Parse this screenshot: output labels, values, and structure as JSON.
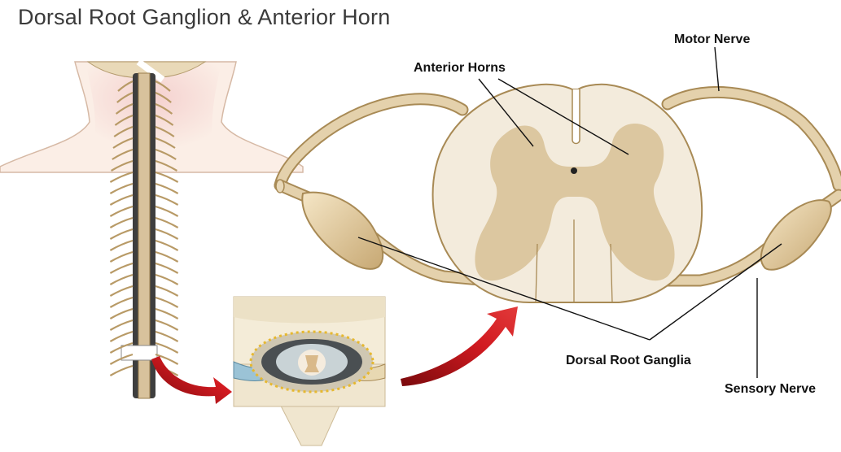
{
  "diagram": {
    "title": "Dorsal Root Ganglion & Anterior Horn",
    "labels": {
      "motor_nerve": "Motor Nerve",
      "anterior_horns": "Anterior Horns",
      "dorsal_root_ganglia": "Dorsal Root Ganglia",
      "sensory_nerve": "Sensory Nerve"
    }
  },
  "colors": {
    "nerve": "#d8c29c",
    "nerve_outline": "#a88a55",
    "white_matter": "#f3ebdc",
    "gray_matter": "#dcc7a0",
    "skin": "#f7e3d4",
    "arrow": "#c4141a",
    "label_text": "#111111"
  }
}
